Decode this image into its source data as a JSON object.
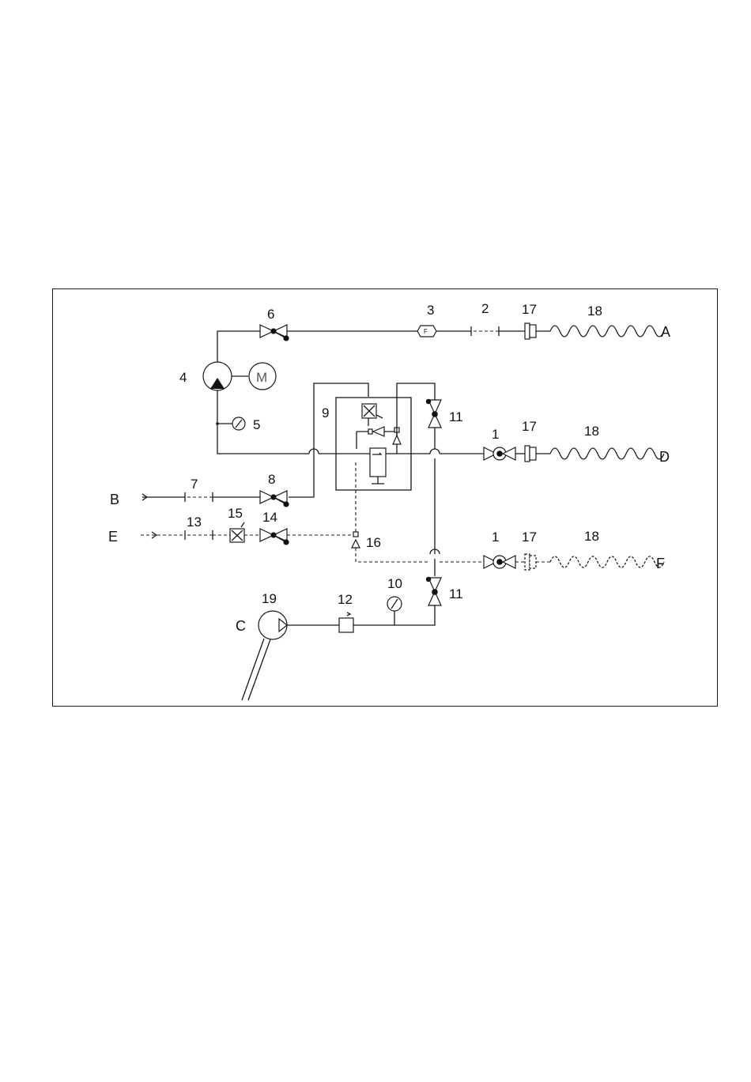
{
  "labels": {
    "n1a": "1",
    "n1b": "1",
    "n2": "2",
    "n3": "3",
    "n4": "4",
    "n5": "5",
    "n6": "6",
    "n7": "7",
    "n8": "8",
    "n9": "9",
    "n10": "10",
    "n11a": "11",
    "n11b": "11",
    "n12": "12",
    "n13": "13",
    "n14": "14",
    "n15": "15",
    "n16": "16",
    "n17a": "17",
    "n17b": "17",
    "n17c": "17",
    "n18a": "18",
    "n18b": "18",
    "n18c": "18",
    "n19": "19"
  },
  "ports": {
    "A": "A",
    "B": "B",
    "C": "C",
    "D": "D",
    "E": "E",
    "F": "F"
  },
  "symbols": {
    "motor": "M",
    "filter": "F"
  }
}
